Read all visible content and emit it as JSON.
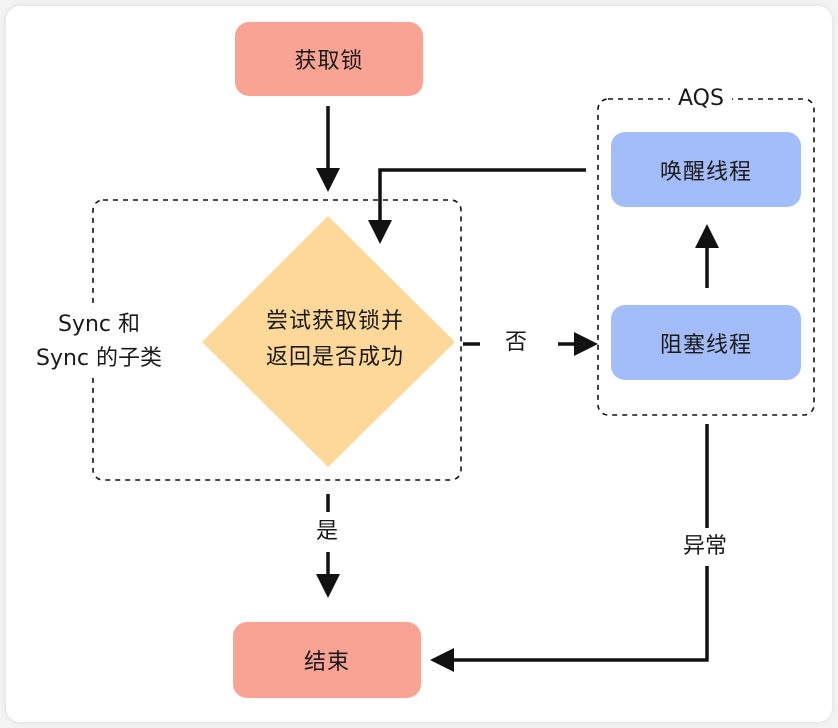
{
  "nodes": {
    "acquire": "获取锁",
    "try_line1": "尝试获取锁并",
    "try_line2": "返回是否成功",
    "wake": "唤醒线程",
    "block": "阻塞线程",
    "end": "结束"
  },
  "groups": {
    "aqs": "AQS",
    "sync_line1": "Sync 和",
    "sync_line2": "Sync 的子类"
  },
  "edge_labels": {
    "no": "否",
    "yes": "是",
    "exception": "异常"
  },
  "colors": {
    "terminal": "#f8a394",
    "process": "#a3bdfa",
    "decision": "#fed898",
    "line": "#111111"
  }
}
